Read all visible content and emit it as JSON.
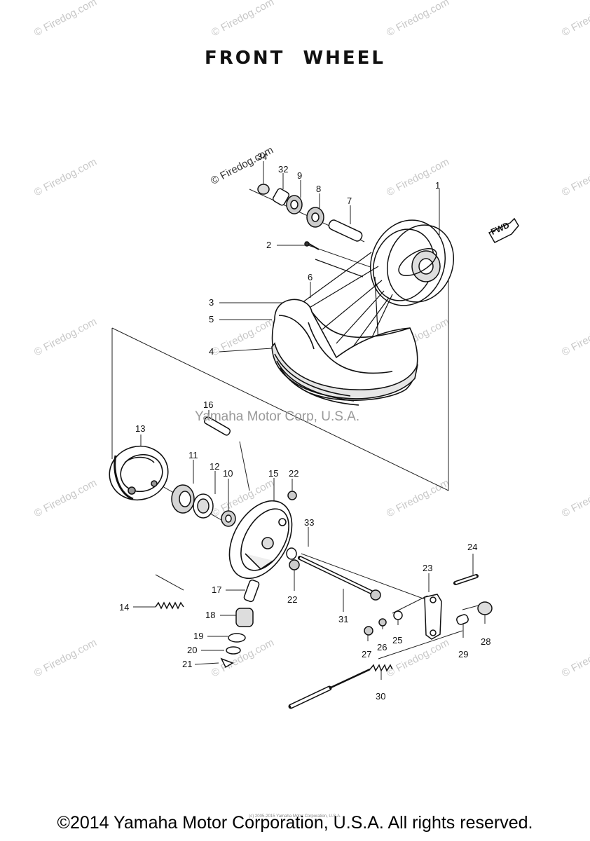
{
  "title": "FRONT WHEEL",
  "watermark_center": "Yamaha Motor Corp, U.S.A.",
  "watermark_diag": "© Firedog.com",
  "watermark_tile": "© Firedog.com",
  "fwd_label": "FWD",
  "copyright": "©2014 Yamaha Motor Corporation, U.S.A. All rights reserved.",
  "fine_print": "(c) 2005-2015 Yamaha Motor Corporation, U.S.A.",
  "callouts": [
    {
      "id": "1",
      "text": "1"
    },
    {
      "id": "2",
      "text": "2"
    },
    {
      "id": "3",
      "text": "3"
    },
    {
      "id": "4",
      "text": "4"
    },
    {
      "id": "5",
      "text": "5"
    },
    {
      "id": "6",
      "text": "6"
    },
    {
      "id": "7",
      "text": "7"
    },
    {
      "id": "8",
      "text": "8"
    },
    {
      "id": "9",
      "text": "9"
    },
    {
      "id": "10",
      "text": "10"
    },
    {
      "id": "11",
      "text": "11"
    },
    {
      "id": "12",
      "text": "12"
    },
    {
      "id": "13",
      "text": "13"
    },
    {
      "id": "14",
      "text": "14"
    },
    {
      "id": "15",
      "text": "15"
    },
    {
      "id": "16",
      "text": "16"
    },
    {
      "id": "17",
      "text": "17"
    },
    {
      "id": "18",
      "text": "18"
    },
    {
      "id": "19",
      "text": "19"
    },
    {
      "id": "20",
      "text": "20"
    },
    {
      "id": "21",
      "text": "21"
    },
    {
      "id": "22a",
      "text": "22"
    },
    {
      "id": "22b",
      "text": "22"
    },
    {
      "id": "23",
      "text": "23"
    },
    {
      "id": "24",
      "text": "24"
    },
    {
      "id": "25",
      "text": "25"
    },
    {
      "id": "26",
      "text": "26"
    },
    {
      "id": "27",
      "text": "27"
    },
    {
      "id": "28",
      "text": "28"
    },
    {
      "id": "29",
      "text": "29"
    },
    {
      "id": "30",
      "text": "30"
    },
    {
      "id": "31",
      "text": "31"
    },
    {
      "id": "32",
      "text": "32"
    },
    {
      "id": "33",
      "text": "33"
    },
    {
      "id": "34",
      "text": "34"
    }
  ]
}
